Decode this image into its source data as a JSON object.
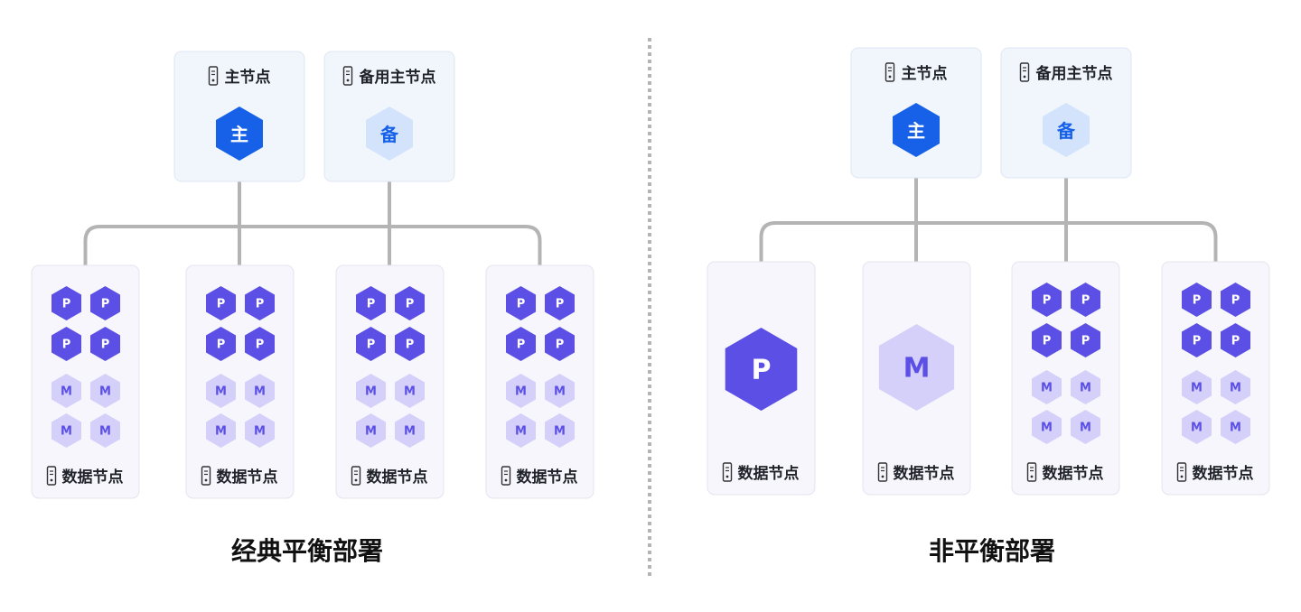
{
  "colors": {
    "primary_hex": "#1661e8",
    "backup_hex": "#d3e3fb",
    "backup_text": "#1661e8",
    "p_hex": "#5b4fe6",
    "m_hex": "#d4d0fa",
    "m_text": "#5b4fe6",
    "connector": "#b4b4b4",
    "master_box_bg": "#f1f6fd",
    "data_box_bg": "#f6f6fc",
    "divider": "#b4b4b4"
  },
  "icons": {
    "node": "server-icon"
  },
  "labels": {
    "master_node": "主节点",
    "backup_node": "备用主节点",
    "data_node": "数据节点",
    "primary_glyph": "主",
    "backup_glyph": "备",
    "p_glyph": "P",
    "m_glyph": "M"
  },
  "sections": [
    {
      "caption": "经典平衡部署",
      "data_nodes": [
        {
          "p": 4,
          "m": 4
        },
        {
          "p": 4,
          "m": 4
        },
        {
          "p": 4,
          "m": 4
        },
        {
          "p": 4,
          "m": 4
        }
      ]
    },
    {
      "caption": "非平衡部署",
      "data_nodes": [
        {
          "p": 1,
          "m": 0
        },
        {
          "p": 0,
          "m": 1
        },
        {
          "p": 4,
          "m": 4
        },
        {
          "p": 4,
          "m": 4
        }
      ]
    }
  ]
}
